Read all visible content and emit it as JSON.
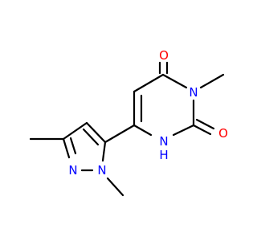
{
  "colors": {
    "bond": "#000000",
    "oxygen": "#ff0000",
    "nitrogen": "#0000ff",
    "background": "#ffffff"
  },
  "atoms": {
    "o_top": "O",
    "n_right": "N",
    "o_right": "O",
    "nh_left": "N",
    "h_left": "H",
    "n_pyrazole_eq": "N",
    "n_pyrazole_methyl": "N"
  }
}
